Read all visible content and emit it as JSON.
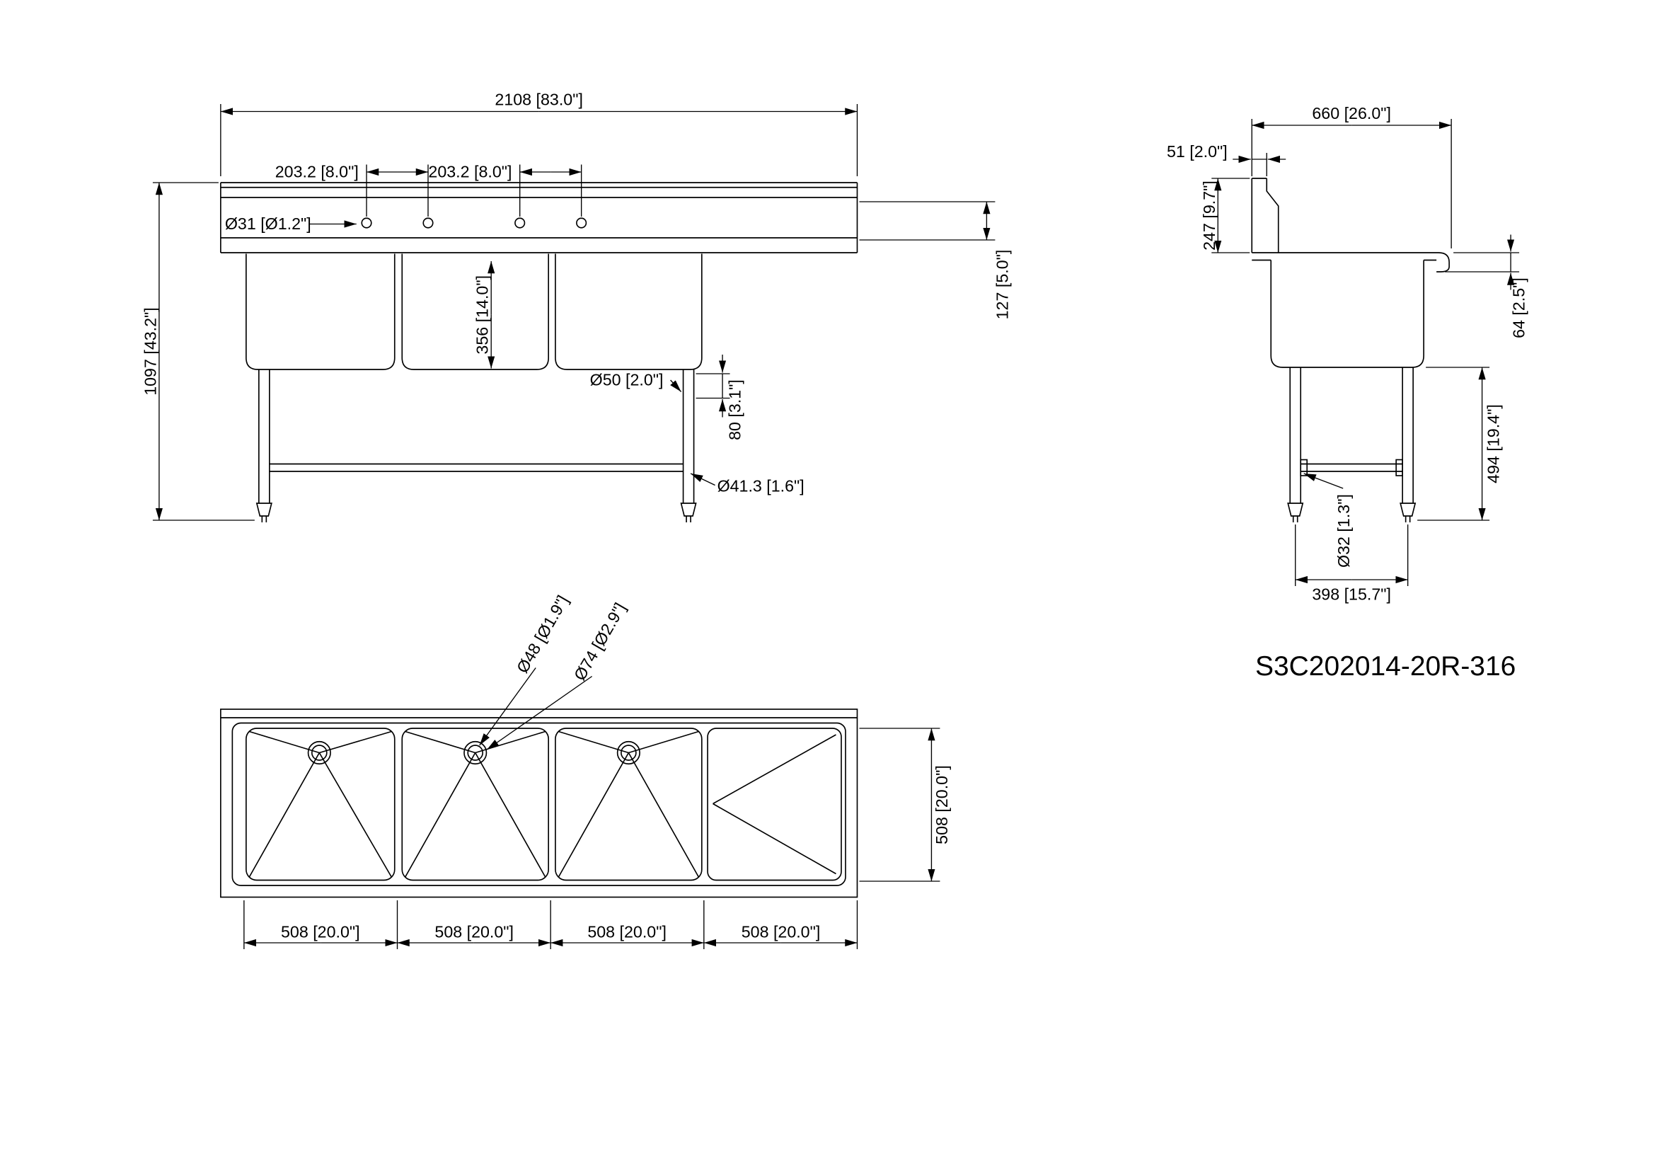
{
  "title": "S3C202014-20R-316",
  "views": {
    "front": {
      "dim_overall_length": "2108 [83.0\"]",
      "dim_faucet_cc_left": "203.2 [8.0\"]",
      "dim_faucet_cc_right": "203.2 [8.0\"]",
      "dim_faucet_hole": "Ø31 [Ø1.2\"]",
      "dim_overall_height": "1097 [43.2\"]",
      "dim_bowl_depth": "356 [14.0\"]",
      "dim_leg_tube": "Ø50 [2.0\"]",
      "dim_leg_top": "80 [3.1\"]",
      "dim_brace_tube": "Ø41.3 [1.6\"]",
      "dim_edge_height": "127 [5.0\"]"
    },
    "side": {
      "dim_depth": "660 [26.0\"]",
      "dim_splash_thickness": "51 [2.0\"]",
      "dim_splash_height": "247 [9.7\"]",
      "dim_roll_height": "64 [2.5\"]",
      "dim_under_height": "494 [19.4\"]",
      "dim_foot_tube": "Ø32 [1.3\"]",
      "dim_leg_centers": "398 [15.7\"]"
    },
    "top": {
      "dim_drain_inner": "Ø48 [Ø1.9\"]",
      "dim_drain_outer": "Ø74 [Ø2.9\"]",
      "dim_section_1": "508 [20.0\"]",
      "dim_section_2": "508 [20.0\"]",
      "dim_section_3": "508 [20.0\"]",
      "dim_section_4": "508 [20.0\"]",
      "dim_bowl_front_back": "508 [20.0\"]"
    }
  }
}
